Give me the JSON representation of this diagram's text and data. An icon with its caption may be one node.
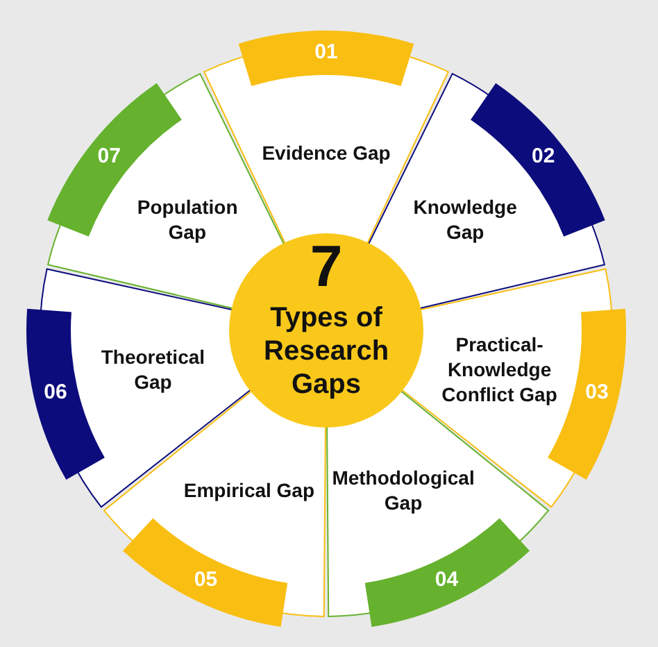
{
  "diagram": {
    "nodes": [
      {
        "text": [
          "7",
          "Types of Research Gaps"
        ]
      },
      {
        "text": [
          "01",
          "Evidence Gap"
        ]
      },
      {
        "text": [
          "02",
          "Knowledge Gap"
        ]
      },
      {
        "text": [
          "Practical-Knowledge Conflict Gap",
          "03"
        ]
      },
      {
        "text": [
          "Methodological Gap",
          "04"
        ]
      },
      {
        "text": [
          "Empirical Gap",
          "05"
        ]
      },
      {
        "text": [
          "06",
          "Theoretical Gap"
        ]
      },
      {
        "text": [
          "07",
          "Population Gap"
        ]
      }
    ]
  }
}
